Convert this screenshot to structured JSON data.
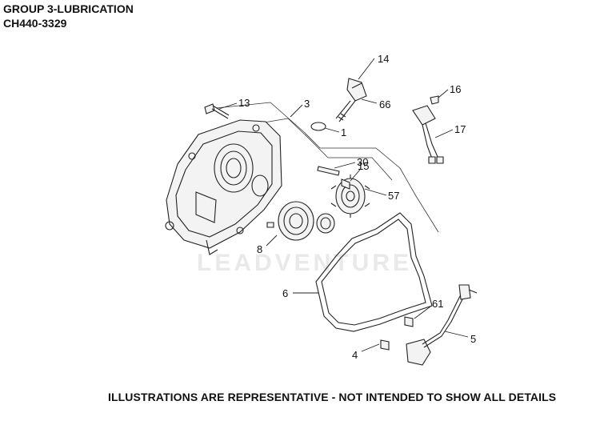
{
  "header": {
    "group": "GROUP 3-LUBRICATION",
    "model": "CH440-3329"
  },
  "footer": {
    "disclaimer": "ILLUSTRATIONS ARE REPRESENTATIVE - NOT INTENDED TO SHOW ALL DETAILS"
  },
  "watermark": "LEADVENTURE",
  "callouts": {
    "c14": "14",
    "c13": "13",
    "c3": "3",
    "c66": "66",
    "c1": "1",
    "c16": "16",
    "c17": "17",
    "c30": "30",
    "c15": "15",
    "c57": "57",
    "c8": "8",
    "c6": "6",
    "c61": "61",
    "c5": "5",
    "c4": "4"
  }
}
